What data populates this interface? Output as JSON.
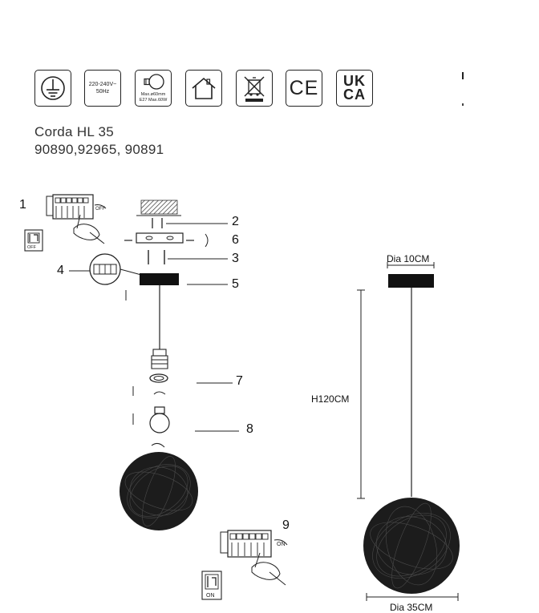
{
  "cert_icons": {
    "earth": "protective-earth-symbol",
    "voltage_line1": "220-240V~",
    "voltage_line2": "50Hz",
    "bulb_line1": "Max.ø60mm",
    "bulb_line2": "E27 Max.60W",
    "indoor": "indoor-use-house",
    "weee": "crossed-out-wheelie-bin",
    "ce_mark": "CE",
    "ukca_top": "UK",
    "ukca_bottom": "CA"
  },
  "product": {
    "name": "Corda HL 35",
    "codes": "90890,92965, 90891"
  },
  "steps": {
    "s1": "1",
    "s2": "2",
    "s3": "3",
    "s4": "4",
    "s5": "5",
    "s6": "6",
    "s7": "7",
    "s8": "8",
    "s9": "9"
  },
  "switch_labels": {
    "off": "OFF",
    "on": "ON",
    "off_box": "OFF",
    "on_box": "ON"
  },
  "dimensions": {
    "canopy_dia": "Dia 10CM",
    "height": "H120CM",
    "shade_dia": "Dia 35CM"
  },
  "colors": {
    "ink": "#222222",
    "canopy": "#111111"
  }
}
